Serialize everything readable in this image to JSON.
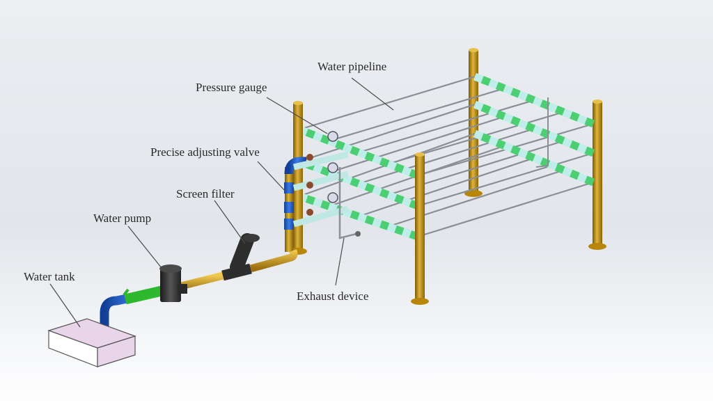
{
  "diagram": {
    "title": "Irrigation test rig schematic",
    "labels": {
      "water_pipeline": "Water pipeline",
      "pressure_gauge": "Pressure gauge",
      "precise_adjusting_valve": "Precise adjusting valve",
      "screen_filter": "Screen filter",
      "water_pump": "Water pump",
      "water_tank": "Water tank",
      "exhaust_device": "Exhaust device"
    },
    "colors": {
      "background_top": "#dfe2e8",
      "background_bottom": "#ffffff",
      "post": "#b8860b",
      "feed_pipe": "#d4a017",
      "elbow": "#1f5fc9",
      "lateral_green": "#4ccf73",
      "lateral_cyan": "#bfeeea",
      "rod": "#8a8f96",
      "component_dark": "#3a3a3a",
      "tank_face": "#e8d5ea",
      "valve_knob": "#8b4a2b",
      "coupling_green": "#2eb82e"
    },
    "tiers": 3
  }
}
